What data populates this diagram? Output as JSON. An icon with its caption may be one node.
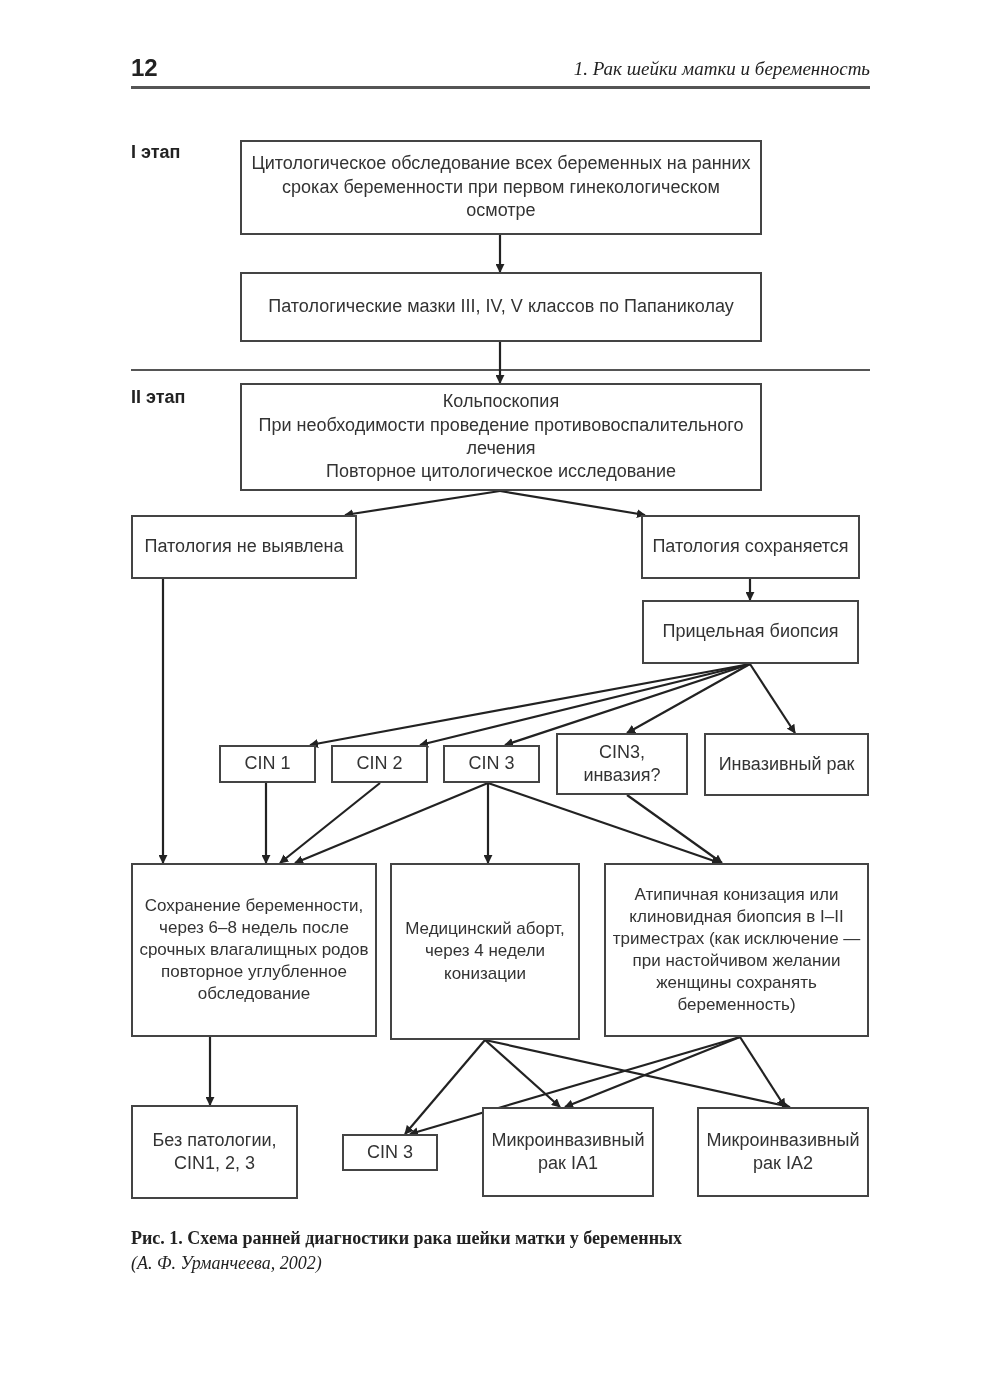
{
  "diagram": {
    "caption": "Рис. 1. Схема ранней диагностики рака шейки матки у беременных",
    "nodes": [
      {
        "text": [
          "Цитологическое обследование всех беременных на ранних сроках беременности при первом гинекологическом осмотре"
        ]
      },
      {
        "text": [
          "Патологические мазки III, IV, V классов по Папаниколау"
        ]
      },
      {
        "text": [
          "Кольпоскопия",
          "При необходимости проведение противовоспалительного лечения",
          "Повторное цитологическое исследование"
        ]
      },
      {
        "text": [
          "Патология не выявлена"
        ]
      },
      {
        "text": [
          "Патология сохраняется"
        ]
      },
      {
        "text": [
          "Прицельная биопсия"
        ]
      },
      {
        "text": [
          "CIN 1"
        ]
      },
      {
        "text": [
          "CIN 2"
        ]
      },
      {
        "text": [
          "CIN 3"
        ]
      },
      {
        "text": [
          "CIN3, инвазия?"
        ]
      },
      {
        "text": [
          "Инвазивный рак"
        ]
      },
      {
        "text": [
          "Сохранение беременности, через 6–8 недель после срочных влагалищных родов повторное углубленное обследование"
        ]
      },
      {
        "text": [
          "Медицинский аборт, через 4 недели конизации"
        ]
      },
      {
        "text": [
          "Атипичная конизация или клиновидная биопсия в I–II триместрах (как исключение — при настойчивом желании женщины сохранять беременность)"
        ]
      },
      {
        "text": [
          "Без патологии, CIN1, 2, 3"
        ]
      },
      {
        "text": [
          "CIN 3"
        ]
      },
      {
        "text": [
          "Микроинвазивный рак IA1"
        ]
      },
      {
        "text": [
          "Микроинвазивный рак IA2"
        ]
      }
    ],
    "edges": [
      {
        "from": 0,
        "to": 1,
        "arrow": "to"
      },
      {
        "from": 1,
        "to": 2,
        "arrow": "to"
      },
      {
        "from": 2,
        "to": 3,
        "arrow": "to"
      },
      {
        "from": 2,
        "to": 4,
        "arrow": "to"
      },
      {
        "from": 4,
        "to": 5,
        "arrow": "to"
      },
      {
        "from": 5,
        "to": 6,
        "arrow": "to"
      },
      {
        "from": 5,
        "to": 7,
        "arrow": "to"
      },
      {
        "from": 5,
        "to": 8,
        "arrow": "to"
      },
      {
        "from": 5,
        "to": 9,
        "arrow": "to"
      },
      {
        "from": 5,
        "to": 10,
        "arrow": "to"
      },
      {
        "from": 3,
        "to": 11,
        "arrow": "to"
      },
      {
        "from": 6,
        "to": 11,
        "arrow": "to"
      },
      {
        "from": 7,
        "to": 11,
        "arrow": "to"
      },
      {
        "from": 8,
        "to": 11,
        "arrow": "to"
      },
      {
        "from": 8,
        "to": 12,
        "arrow": "to"
      },
      {
        "from": 8,
        "to": 13,
        "arrow": "to"
      },
      {
        "from": 9,
        "to": 13,
        "arrow": "to"
      },
      {
        "from": 11,
        "to": 14,
        "arrow": "to"
      },
      {
        "from": 12,
        "to": 15,
        "arrow": "to"
      },
      {
        "from": 12,
        "to": 16,
        "arrow": "to"
      },
      {
        "from": 12,
        "to": 17,
        "arrow": "to"
      },
      {
        "from": 13,
        "to": 15,
        "arrow": "to"
      },
      {
        "from": 13,
        "to": 16,
        "arrow": "to"
      },
      {
        "from": 13,
        "to": 17,
        "arrow": "to"
      }
    ],
    "labels": [
      "12",
      "1. Рак шейки матки и беременность",
      "I этап",
      "II этап",
      "(А. Ф. Урманчеева, 2002)"
    ]
  }
}
